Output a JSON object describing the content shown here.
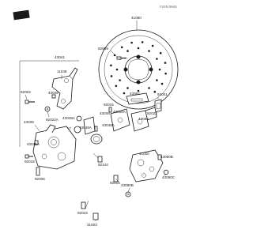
{
  "diagram": {
    "corner_ref": "F20N 9945",
    "labels": {
      "brake_disc": "41080",
      "disc_bolt": "92809",
      "caliper_assembly": "43041",
      "caliper_bracket": "11048",
      "bracket_bolt": "92002",
      "bracket_washer": "92022A",
      "collar": "43049",
      "pad_spring": "43082",
      "pad_pin_clip": "92001",
      "retainer": "92022",
      "pad_left": "43050A",
      "pad_right": "43082",
      "pad_screw_a": "92015",
      "pad_screw_b": "43048A",
      "pad_plate": "43048",
      "piston": "43048A",
      "seal": "43057",
      "dust_boot": "43049A",
      "caliper_body": "43039",
      "bleeder_cap": "43045A",
      "bleeder_valve": "92015",
      "bleeder_plug": "92006",
      "pin_a": "92144",
      "pin_b": "92015",
      "holder": "41020",
      "holder_bolt": "43080B",
      "holder_washer": "43080C",
      "bottom_bolt": "92015",
      "bottom_washer": "43080B",
      "bottom_plug": "31003"
    }
  }
}
